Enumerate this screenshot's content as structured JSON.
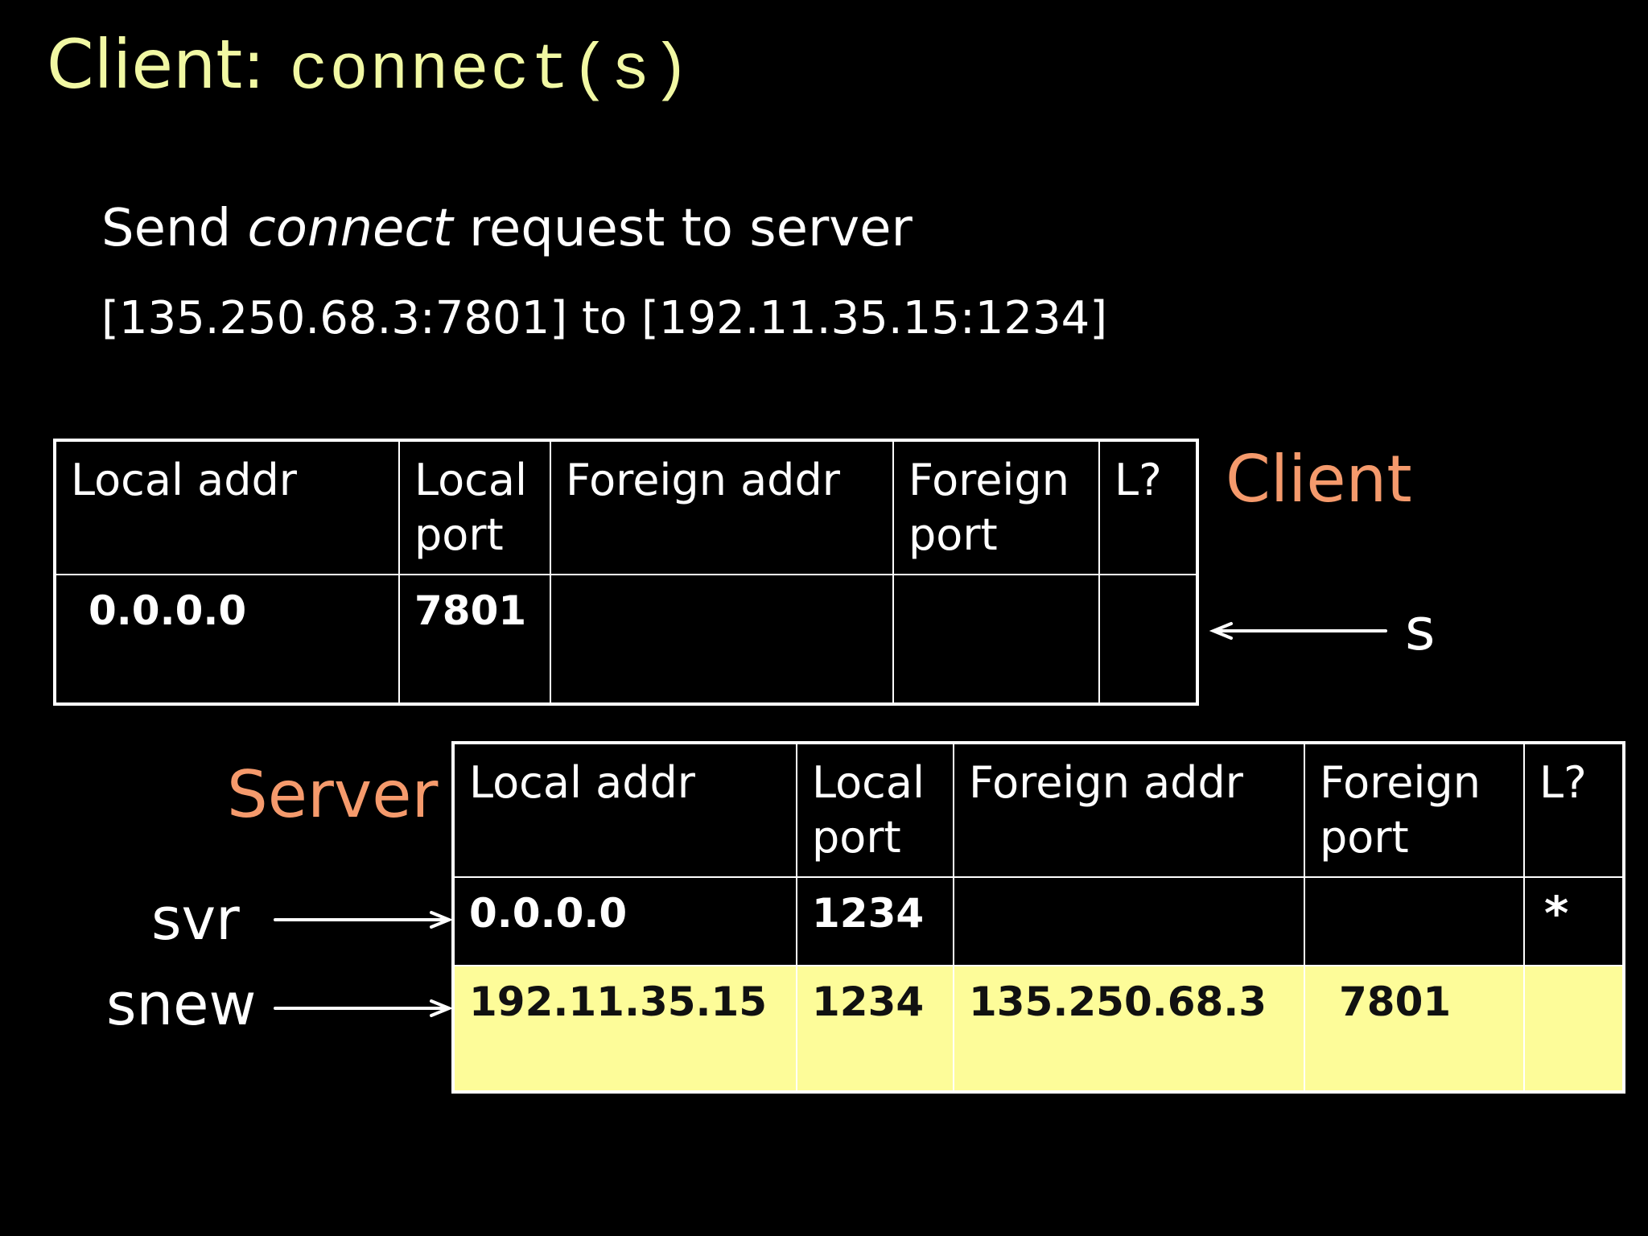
{
  "title": {
    "prefix": "Client:",
    "code": "connect(s)"
  },
  "text": {
    "line1_a": "Send ",
    "line1_b": "connect",
    "line1_c": " request to server",
    "line2": "[135.250.68.3:7801] to [192.11.35.15:1234]"
  },
  "headers": [
    "Local addr",
    "Local port",
    "Foreign addr",
    "Foreign port",
    "L?"
  ],
  "client": {
    "label": "Client",
    "pointer": "s",
    "rows": [
      [
        "0.0.0.0",
        "7801",
        "",
        "",
        ""
      ]
    ]
  },
  "server": {
    "label": "Server",
    "pointers": [
      "svr",
      "snew"
    ],
    "rows": [
      [
        "0.0.0.0",
        "1234",
        "",
        "",
        "*"
      ],
      [
        "192.11.35.15",
        "1234",
        "135.250.68.3",
        "7801",
        ""
      ]
    ]
  },
  "colors": {
    "title": "#f1f8a3",
    "label": "#f59a6c",
    "highlight": "#fdfc99"
  }
}
